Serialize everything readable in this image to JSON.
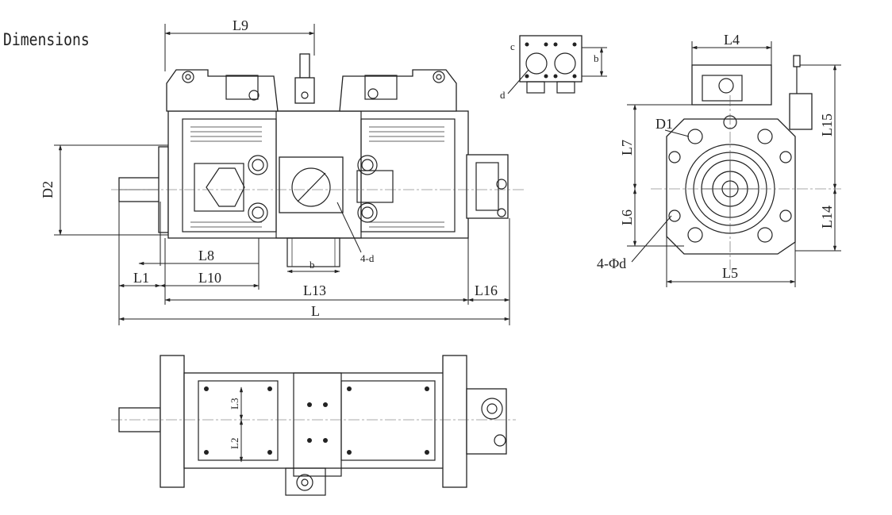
{
  "title": "Dimensions",
  "front_view": {
    "labels": {
      "L9": "L9",
      "D2": "D2",
      "L8": "L8",
      "L1": "L1",
      "L10": "L10",
      "L13": "L13",
      "L16": "L16",
      "L": "L",
      "b": "b",
      "four_d": "4-d"
    }
  },
  "port_detail": {
    "labels": {
      "c": "c",
      "b": "b",
      "d": "d"
    }
  },
  "side_view": {
    "labels": {
      "L4": "L4",
      "D1": "D1",
      "L7": "L7",
      "L6": "L6",
      "L15": "L15",
      "L14": "L14",
      "L5": "L5",
      "four_phi_d": "4-Φd"
    }
  },
  "top_view": {
    "labels": {
      "L3": "L3",
      "L2": "L2"
    }
  },
  "colors": {
    "ink": "#222222",
    "paper": "#ffffff"
  }
}
